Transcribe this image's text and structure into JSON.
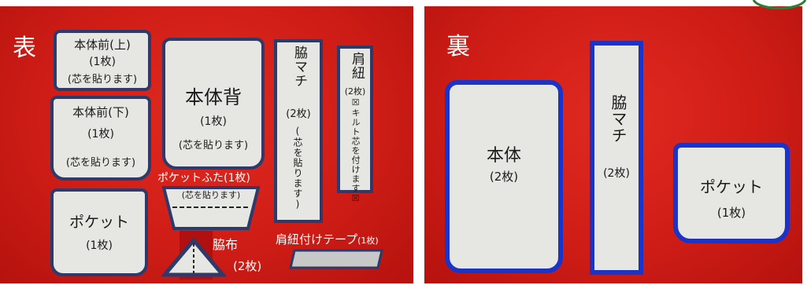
{
  "front": {
    "title": "表",
    "front_upper": {
      "name": "本体前(上)",
      "count": "(1枚)",
      "note": "(芯を貼ります)"
    },
    "front_lower": {
      "name": "本体前(下)",
      "count": "(1枚)",
      "note": "(芯を貼ります)"
    },
    "back_body": {
      "name": "本体背",
      "count": "(1枚)",
      "note": "(芯を貼ります)"
    },
    "gusset": {
      "name": "脇マチ",
      "count": "(2枚)",
      "note": "(芯を貼ります)"
    },
    "strap": {
      "name": "肩紐",
      "count": "(2枚)",
      "note": "☒キルト芯を付けます☒"
    },
    "pocket": {
      "name": "ポケット",
      "count": "(1枚)"
    },
    "pocket_flap": {
      "label": "ポケットふた(1枚)",
      "note": "(芯を貼ります)"
    },
    "side_cloth": {
      "name": "脇布",
      "count": "(2枚)"
    },
    "strap_tape": {
      "label": "肩紐付けテープ",
      "count": "(1枚)"
    }
  },
  "back": {
    "title": "裏",
    "body": {
      "name": "本体",
      "count": "(2枚)"
    },
    "gusset": {
      "name": "脇マチ",
      "count": "(2枚)"
    },
    "pocket": {
      "name": "ポケット",
      "count": "(1枚)"
    }
  },
  "colors": {
    "background": "#cf1d16",
    "front_border": "#2d3a6a",
    "back_border": "#1c33c8",
    "fabric": "#e6e6e2"
  }
}
